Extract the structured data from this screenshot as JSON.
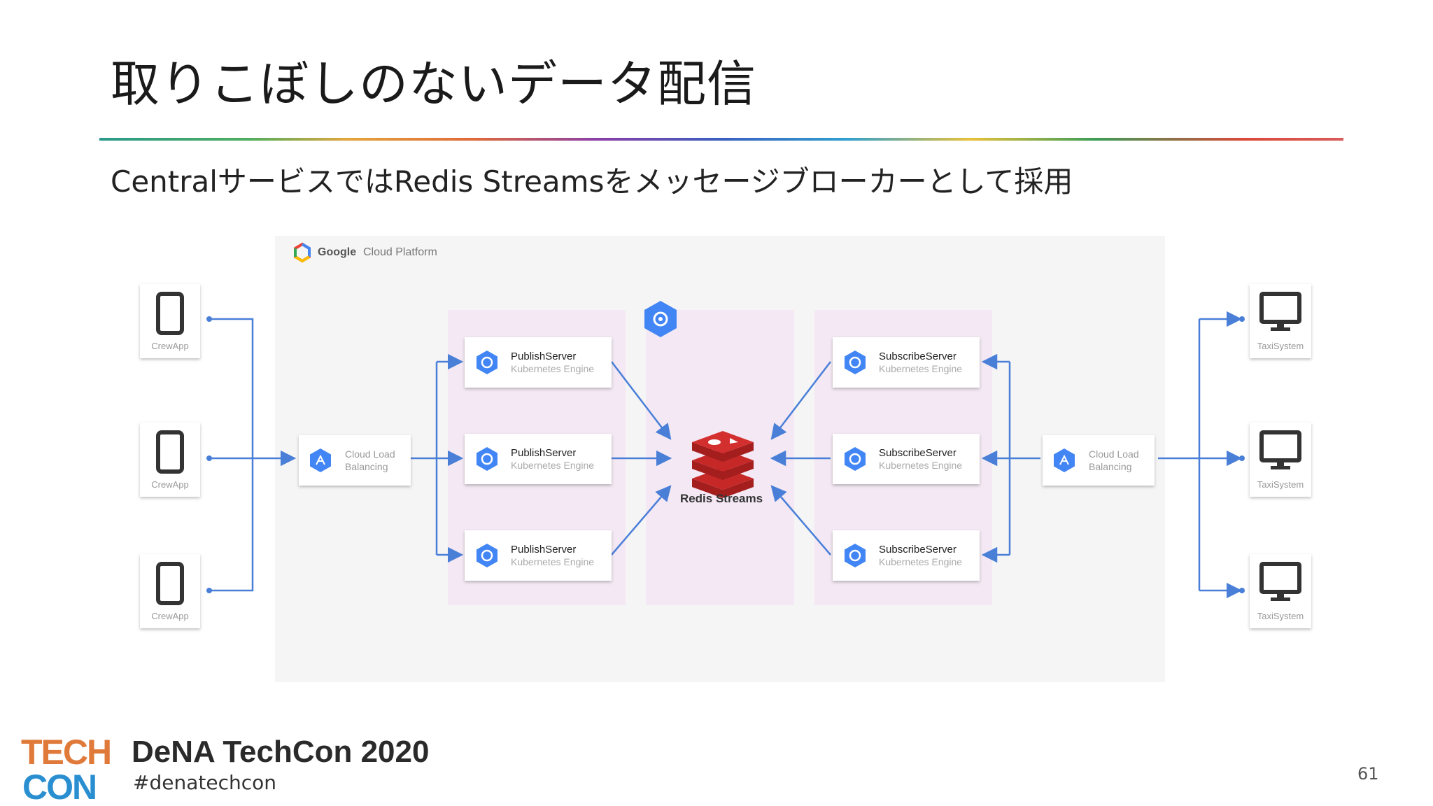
{
  "slide": {
    "title": "取りこぼしのないデータ配信",
    "subtitle": "CentralサービスではRedis Streamsをメッセージブローカーとして採用",
    "page_number": "61"
  },
  "diagram": {
    "platform": {
      "brand": "Google",
      "name": "Cloud Platform"
    },
    "clients": [
      {
        "label": "CrewApp",
        "icon": "smartphone-icon"
      },
      {
        "label": "CrewApp",
        "icon": "smartphone-icon"
      },
      {
        "label": "CrewApp",
        "icon": "smartphone-icon"
      }
    ],
    "load_balancers": [
      {
        "line1": "Cloud Load",
        "line2": "Balancing",
        "icon": "load-balancer-icon"
      },
      {
        "line1": "Cloud Load",
        "line2": "Balancing",
        "icon": "load-balancer-icon"
      }
    ],
    "publish_servers": [
      {
        "name": "PublishServer",
        "engine": "Kubernetes Engine",
        "icon": "kubernetes-icon"
      },
      {
        "name": "PublishServer",
        "engine": "Kubernetes Engine",
        "icon": "kubernetes-icon"
      },
      {
        "name": "PublishServer",
        "engine": "Kubernetes Engine",
        "icon": "kubernetes-icon"
      }
    ],
    "broker": {
      "label": "Redis Streams",
      "icon": "redis-icon",
      "badge_icon": "memorystore-icon",
      "color": "#c62828"
    },
    "subscribe_servers": [
      {
        "name": "SubscribeServer",
        "engine": "Kubernetes Engine",
        "icon": "kubernetes-icon"
      },
      {
        "name": "SubscribeServer",
        "engine": "Kubernetes Engine",
        "icon": "kubernetes-icon"
      },
      {
        "name": "SubscribeServer",
        "engine": "Kubernetes Engine",
        "icon": "kubernetes-icon"
      }
    ],
    "systems": [
      {
        "label": "TaxiSystem",
        "icon": "monitor-icon"
      },
      {
        "label": "TaxiSystem",
        "icon": "monitor-icon"
      },
      {
        "label": "TaxiSystem",
        "icon": "monitor-icon"
      }
    ],
    "colors": {
      "arrow": "#4a7fd8",
      "gcp_icon": "#4285f4",
      "zone_fill": "#f3e8f3",
      "panel_fill": "#f5f5f5"
    }
  },
  "footer": {
    "logo_line1": "TECH",
    "logo_line2": "CON",
    "brand": "DeNA TechCon 2020",
    "hashtag": "#denatechcon"
  }
}
